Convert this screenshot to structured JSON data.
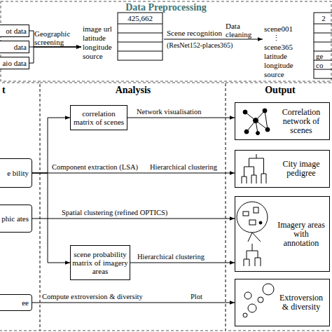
{
  "diagram": {
    "nodes": [
      {
        "text": [
          "ot data"
        ]
      },
      {
        "text": [
          "data"
        ]
      },
      {
        "text": [
          "aio data"
        ]
      },
      {
        "text": [
          "425,662",
          "image url",
          "latitude",
          "longitude",
          "source"
        ]
      },
      {
        "text": [
          "2",
          "scene001",
          "⋮",
          "scene365",
          "latitude",
          "longitude",
          "source",
          "ge",
          "co"
        ]
      },
      {
        "text": [
          "e bility"
        ]
      },
      {
        "text": [
          "phic ates"
        ]
      },
      {
        "text": [
          "ee"
        ]
      },
      {
        "text": [
          "correlation matrix of scenes"
        ]
      },
      {
        "text": [
          "scene probability matrix of imagery areas"
        ]
      },
      {
        "text": [
          "Correlation network of scenes"
        ]
      },
      {
        "text": [
          "City image pedigree"
        ]
      },
      {
        "text": [
          "Imagery areas with annotation"
        ]
      },
      {
        "text": [
          "Extroversion & diversity"
        ]
      }
    ],
    "edges": [
      {
        "from": 0,
        "to": 3,
        "arrow": "to"
      },
      {
        "from": 1,
        "to": 3,
        "arrow": "to"
      },
      {
        "from": 2,
        "to": 3,
        "arrow": "to"
      },
      {
        "from": 3,
        "to": 4,
        "arrow": "to"
      },
      {
        "from": 5,
        "to": 8,
        "arrow": "to"
      },
      {
        "from": 8,
        "to": 10,
        "label": "Network visualisation",
        "arrow": "to"
      },
      {
        "from": 5,
        "to": 11,
        "label": "Component extraction (LSA)",
        "arrow": "to"
      },
      {
        "from": 6,
        "to": 12,
        "label": "Spatial clustering (refined OPTICS)",
        "arrow": "to"
      },
      {
        "from": 5,
        "to": 9,
        "arrow": "to"
      },
      {
        "from": 9,
        "to": 12,
        "label": "Hierarchical clustering",
        "arrow": "to"
      },
      {
        "from": 7,
        "to": 13,
        "label": "Compute extroversion & diversity",
        "arrow": "to"
      }
    ],
    "labels": [
      "Data Preprocessing",
      "Geographic screening",
      "Scene recognition",
      "(ResNet152-places365)",
      "Data cleaning",
      "t",
      "Analysis",
      "Output",
      "Hierarchical clustering",
      "Plot"
    ]
  }
}
